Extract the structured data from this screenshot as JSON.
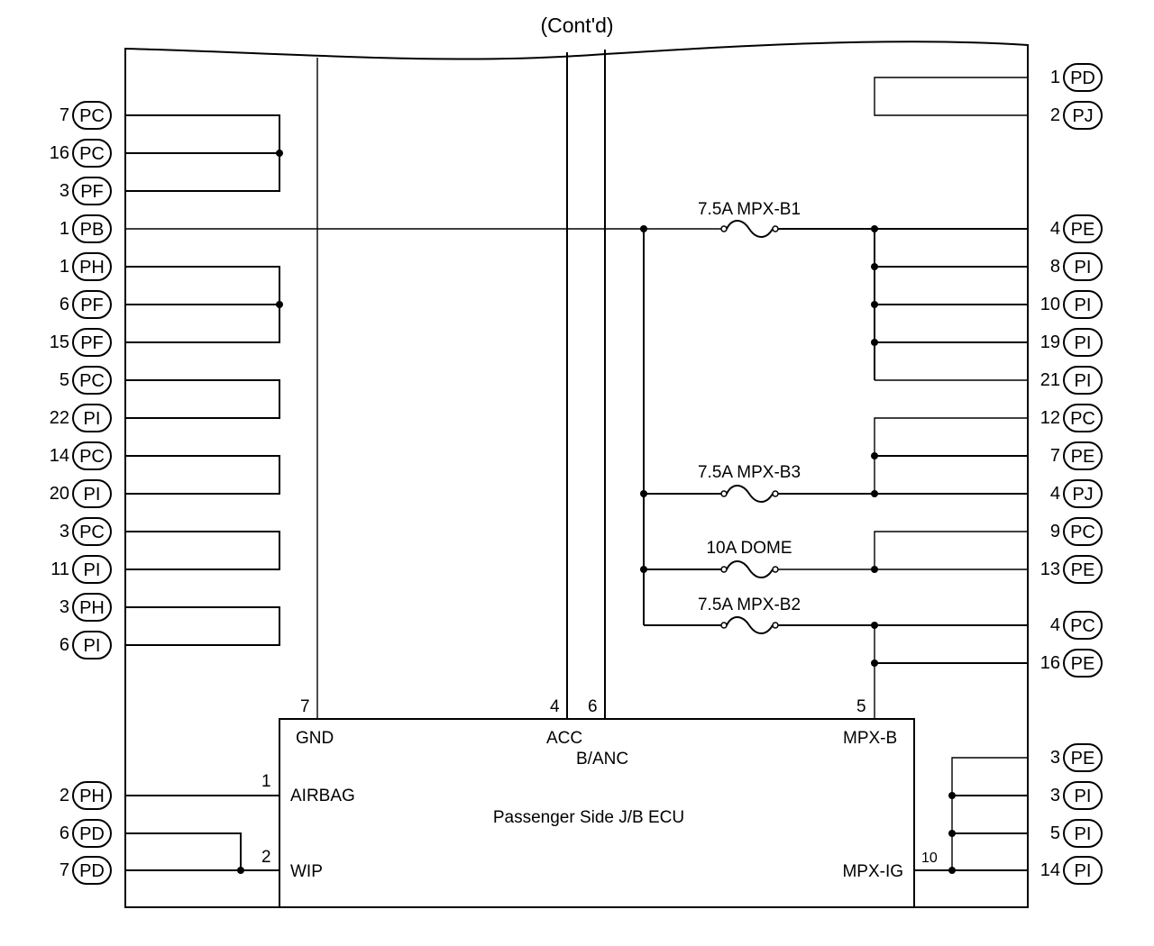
{
  "title": "(Cont'd)",
  "ecu": {
    "name": "Passenger Side J/B ECU",
    "terminals": {
      "gnd": {
        "label": "GND",
        "pin": "7"
      },
      "acc": {
        "label": "ACC",
        "pin": "4"
      },
      "banc": {
        "label": "B/ANC",
        "pin": "6"
      },
      "mpxb": {
        "label": "MPX-B",
        "pin": "5"
      },
      "airbag": {
        "label": "AIRBAG",
        "pin": "1"
      },
      "wip": {
        "label": "WIP",
        "pin": "2"
      },
      "mpxig": {
        "label": "MPX-IG",
        "pin": "10"
      }
    }
  },
  "fuses": [
    {
      "label": "7.5A MPX-B1"
    },
    {
      "label": "7.5A MPX-B3"
    },
    {
      "label": "10A DOME"
    },
    {
      "label": "7.5A MPX-B2"
    }
  ],
  "left_connectors": [
    {
      "pin": "7",
      "conn": "PC"
    },
    {
      "pin": "16",
      "conn": "PC"
    },
    {
      "pin": "3",
      "conn": "PF"
    },
    {
      "pin": "1",
      "conn": "PB"
    },
    {
      "pin": "1",
      "conn": "PH"
    },
    {
      "pin": "6",
      "conn": "PF"
    },
    {
      "pin": "15",
      "conn": "PF"
    },
    {
      "pin": "5",
      "conn": "PC"
    },
    {
      "pin": "22",
      "conn": "PI"
    },
    {
      "pin": "14",
      "conn": "PC"
    },
    {
      "pin": "20",
      "conn": "PI"
    },
    {
      "pin": "3",
      "conn": "PC"
    },
    {
      "pin": "11",
      "conn": "PI"
    },
    {
      "pin": "3",
      "conn": "PH"
    },
    {
      "pin": "6",
      "conn": "PI"
    },
    {
      "pin": "2",
      "conn": "PH"
    },
    {
      "pin": "6",
      "conn": "PD"
    },
    {
      "pin": "7",
      "conn": "PD"
    }
  ],
  "right_connectors": [
    {
      "pin": "1",
      "conn": "PD"
    },
    {
      "pin": "2",
      "conn": "PJ"
    },
    {
      "pin": "4",
      "conn": "PE"
    },
    {
      "pin": "8",
      "conn": "PI"
    },
    {
      "pin": "10",
      "conn": "PI"
    },
    {
      "pin": "19",
      "conn": "PI"
    },
    {
      "pin": "21",
      "conn": "PI"
    },
    {
      "pin": "12",
      "conn": "PC"
    },
    {
      "pin": "7",
      "conn": "PE"
    },
    {
      "pin": "4",
      "conn": "PJ"
    },
    {
      "pin": "9",
      "conn": "PC"
    },
    {
      "pin": "13",
      "conn": "PE"
    },
    {
      "pin": "4",
      "conn": "PC"
    },
    {
      "pin": "16",
      "conn": "PE"
    },
    {
      "pin": "3",
      "conn": "PE"
    },
    {
      "pin": "3",
      "conn": "PI"
    },
    {
      "pin": "5",
      "conn": "PI"
    },
    {
      "pin": "14",
      "conn": "PI"
    }
  ]
}
